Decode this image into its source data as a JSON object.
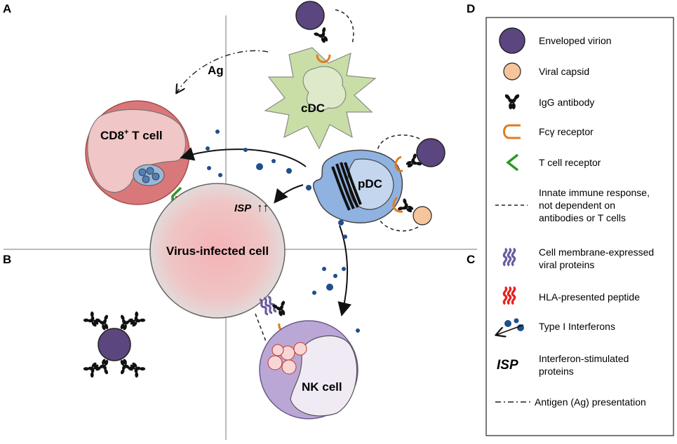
{
  "panels": {
    "a": "A",
    "b": "B",
    "c": "C",
    "d": "D"
  },
  "cells": {
    "cdc": "cDC",
    "pdc": "pDC",
    "cd8_main": "CD8",
    "cd8_sup": "+",
    "cd8_tail": " T cell",
    "infected": "Virus-infected cell",
    "nk": "NK cell",
    "isp": "ISP",
    "isp_arrows": "↑↑",
    "ag": "Ag"
  },
  "legend": {
    "items": [
      {
        "icon": "enveloped-virion-icon",
        "lines": [
          "Enveloped virion"
        ]
      },
      {
        "icon": "viral-capsid-icon",
        "lines": [
          "Viral capsid"
        ]
      },
      {
        "icon": "igg-antibody-icon",
        "lines": [
          "IgG antibody"
        ]
      },
      {
        "icon": "fc-gamma-receptor-icon",
        "lines": [
          "Fcγ receptor"
        ]
      },
      {
        "icon": "t-cell-receptor-icon",
        "lines": [
          "T cell receptor"
        ]
      },
      {
        "icon": "dashed-line-icon",
        "lines": [
          "Innate immune response,",
          "not dependent on",
          "antibodies or T cells"
        ]
      },
      {
        "icon": "viral-protein-icon",
        "lines": [
          "Cell membrane-expressed",
          "viral proteins"
        ]
      },
      {
        "icon": "hla-peptide-icon",
        "lines": [
          "HLA-presented peptide"
        ]
      },
      {
        "icon": "interferon-icon",
        "lines": [
          "Type I Interferons"
        ]
      },
      {
        "icon": "isp-icon",
        "lines": [
          "Interferon-stimulated",
          "proteins"
        ],
        "symbol": "ISP"
      },
      {
        "icon": "dash-dot-line-icon",
        "lines": [
          "Antigen (Ag) presentation"
        ]
      }
    ]
  },
  "colors": {
    "virion": "#5b4680",
    "capsid": "#f6c59c",
    "fc_receptor": "#e07b1f",
    "tcr": "#2a9a24",
    "hla": "#e8201a",
    "viral_protein": "#6b5aa0",
    "interferon": "#1f4e8c",
    "cdc_fill": "#c6dca3",
    "pdc_fill": "#8fb2e0",
    "cd8_fill": "#e89b9b",
    "infected_fill": "#f2b8b8",
    "nk_fill": "#c7b6dd"
  }
}
